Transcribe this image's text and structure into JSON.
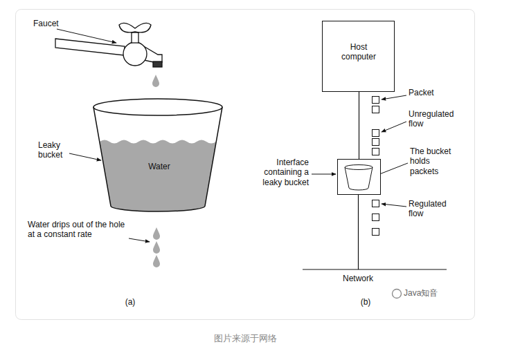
{
  "diagram": {
    "caption": "图片来源于网络",
    "nodes": [
      {
        "text": [
          "Host computer"
        ]
      },
      {
        "text": [
          "Interface containing a leaky bucket"
        ]
      }
    ],
    "edges": [
      {
        "from": 0,
        "to": 1,
        "arrow": "none"
      }
    ],
    "labels": [
      "Faucet",
      "Leaky bucket",
      "Water",
      "Water drips out of the hole at a constant rate",
      "(a)",
      "Packet",
      "Unregulated flow",
      "The bucket holds packets",
      "Regulated flow",
      "Network",
      "(b)",
      "Java知音"
    ]
  }
}
